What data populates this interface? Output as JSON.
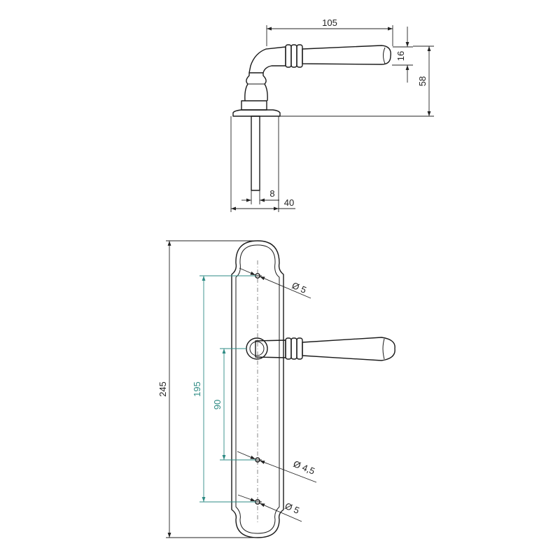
{
  "colors": {
    "outline": "#1a1a1a",
    "dimension": "#222222",
    "dimension_alt": "#2e8b84",
    "background": "#ffffff"
  },
  "side_view": {
    "dim_lever_length": "105",
    "dim_grip_height": "16",
    "dim_handle_height": "58",
    "dim_spindle": "8",
    "dim_rose_width": "40"
  },
  "front_view": {
    "dim_plate_height": "245",
    "dim_screw_spacing": "195",
    "dim_spindle_to_hole": "90",
    "dim_hole_top": "Ø 5",
    "dim_hole_middle": "Ø 4,5",
    "dim_hole_bottom": "Ø 5"
  }
}
